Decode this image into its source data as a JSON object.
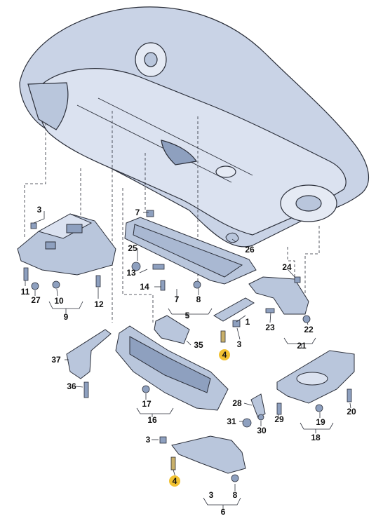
{
  "colors": {
    "part_fill": "#b9c6dc",
    "part_dark": "#8ea0bf",
    "car_fill": "#c9d3e6",
    "outline": "#2b2f3a",
    "highlight": "#f2c232"
  },
  "callouts": {
    "c3a": "3",
    "c7a": "7",
    "c25": "25",
    "c26": "26",
    "c13": "13",
    "c14": "14",
    "c11": "11",
    "c27": "27",
    "c10": "10",
    "c12": "12",
    "c9": "9",
    "c7b": "7",
    "c8a": "8",
    "c5": "5",
    "c24": "24",
    "c1": "1",
    "c3b": "3",
    "c4a": "4",
    "c23": "23",
    "c22": "22",
    "c21": "21",
    "c37": "37",
    "c35": "35",
    "c36": "36",
    "c17": "17",
    "c16": "16",
    "c28": "28",
    "c29": "29",
    "c31": "31",
    "c30": "30",
    "c19": "19",
    "c18": "18",
    "c20": "20",
    "c3c": "3",
    "c4b": "4",
    "c3d": "3",
    "c8b": "8",
    "c6": "6"
  }
}
